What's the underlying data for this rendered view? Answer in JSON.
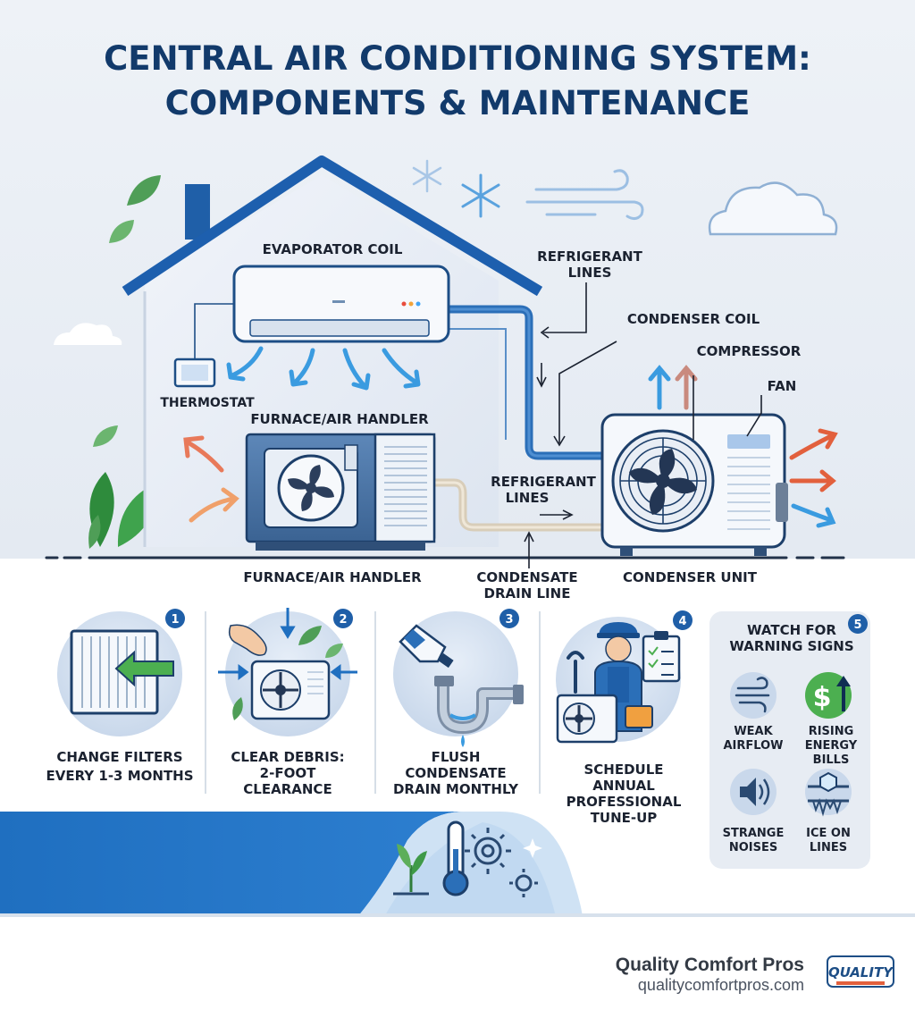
{
  "title": {
    "line1": "CENTRAL AIR CONDITIONING SYSTEM:",
    "line2": "COMPONENTS & MAINTENANCE"
  },
  "labels": {
    "evaporator_coil": "EVAPORATOR COIL",
    "refrigerant_lines_top": [
      "REFRIGERANT",
      "LINES"
    ],
    "condenser_coil": "CONDENSER COIL",
    "compressor": "COMPRESSOR",
    "fan": "FAN",
    "thermostat": "THERMOSTAT",
    "furnace_upper": "FURNACE/AIR HANDLER",
    "refrigerant_lines_mid": [
      "REFRIGERANT",
      "LINES"
    ],
    "furnace_lower": "FURNACE/AIR HANDLER",
    "condensate": [
      "CONDENSATE",
      "DRAIN LINE"
    ],
    "condenser_unit": "CONDENSER UNIT"
  },
  "tips": [
    {
      "number": "1",
      "lines": [
        "CHANGE FILTERS",
        "EVERY 1-3 MONTHS"
      ]
    },
    {
      "number": "2",
      "lines": [
        "CLEAR DEBRIS:",
        "2-FOOT",
        "CLEARANCE"
      ]
    },
    {
      "number": "3",
      "lines": [
        "FLUSH",
        "CONDENSATE",
        "DRAIN MONTHLY"
      ]
    },
    {
      "number": "4",
      "lines": [
        "SCHEDULE",
        "ANNUAL",
        "PROFESSIONAL",
        "TUNE-UP"
      ]
    }
  ],
  "warning": {
    "number": "5",
    "title": [
      "WATCH FOR",
      "WARNING SIGNS"
    ],
    "signs": [
      {
        "icon": "wind-icon",
        "lines": [
          "WEAK",
          "AIRFLOW"
        ]
      },
      {
        "icon": "dollar-rising-icon",
        "lines": [
          "RISING",
          "ENERGY",
          "BILLS"
        ]
      },
      {
        "icon": "speaker-icon",
        "lines": [
          "STRANGE",
          "NOISES"
        ]
      },
      {
        "icon": "ice-cube-icon",
        "lines": [
          "ICE ON",
          "LINES"
        ]
      }
    ]
  },
  "brand": {
    "name": "Quality Comfort Pros",
    "url": "qualitycomfortpros.com",
    "logo_text": "QUALITY"
  },
  "colors": {
    "navy": "#123a6b",
    "blue": "#1f6fc0",
    "hot": "#e2603d",
    "cool": "#3a9be0",
    "green": "#4caf50"
  }
}
